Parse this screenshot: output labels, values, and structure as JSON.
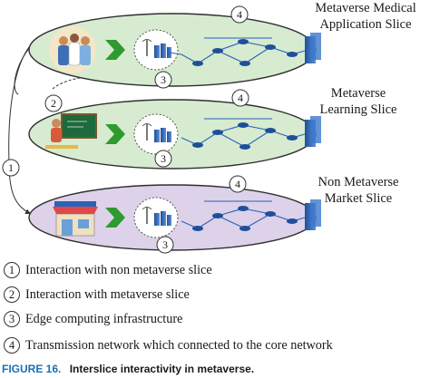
{
  "slices": [
    {
      "label_line1": "Metaverse Medical",
      "label_line2": "Application Slice",
      "fill": "#d6ebd0"
    },
    {
      "label_line1": "Metaverse",
      "label_line2": "Learning  Slice",
      "fill": "#d6ebd0"
    },
    {
      "label_line1": "Non Metaverse",
      "label_line2": "Market Slice",
      "fill": "#ddd2ea"
    }
  ],
  "markers": {
    "one": "1",
    "two": "2",
    "three": "3",
    "four": "4"
  },
  "legend": [
    {
      "num": "1",
      "text": "Interaction with non metaverse slice"
    },
    {
      "num": "2",
      "text": "Interaction with  metaverse slice"
    },
    {
      "num": "3",
      "text": "Edge  computing infrastructure"
    },
    {
      "num": "4",
      "text": "Transmission network which connected to the core network"
    }
  ],
  "caption": {
    "figure": "FIGURE 16.",
    "text": "Interslice interactivity in metaverse."
  },
  "colors": {
    "accent_green": "#2f9a2f",
    "caption_blue": "#1a6fb5",
    "network_blue": "#2b63b8"
  }
}
